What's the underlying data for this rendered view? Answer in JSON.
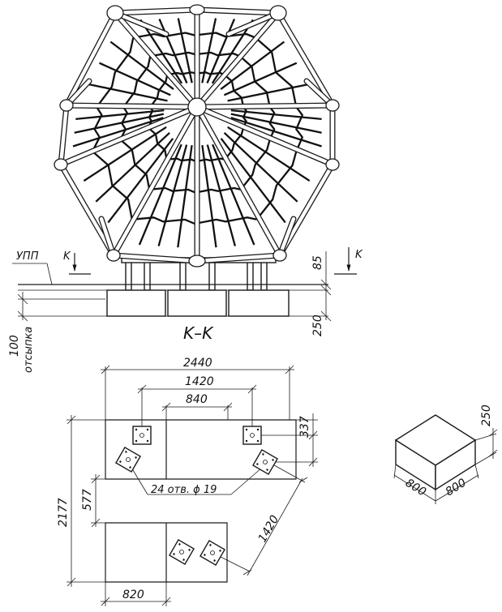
{
  "elevation": {
    "label_upp": "УПП",
    "section_mark_left": "K",
    "section_mark_right": "K",
    "dim_85": "85",
    "dim_250": "250",
    "dim_100": "100",
    "label_fill": "отсыпка"
  },
  "section": {
    "title": "K–K",
    "dim_2440": "2440",
    "dim_1420_top": "1420",
    "dim_840": "840",
    "dim_337": "337",
    "dim_2177": "2177",
    "dim_577": "577",
    "dim_1420_diag": "1420",
    "dim_820": "820",
    "holes_note": "24 отв. ϕ 19"
  },
  "block": {
    "dim_250": "250",
    "dim_800_left": "800",
    "dim_800_right": "800"
  }
}
